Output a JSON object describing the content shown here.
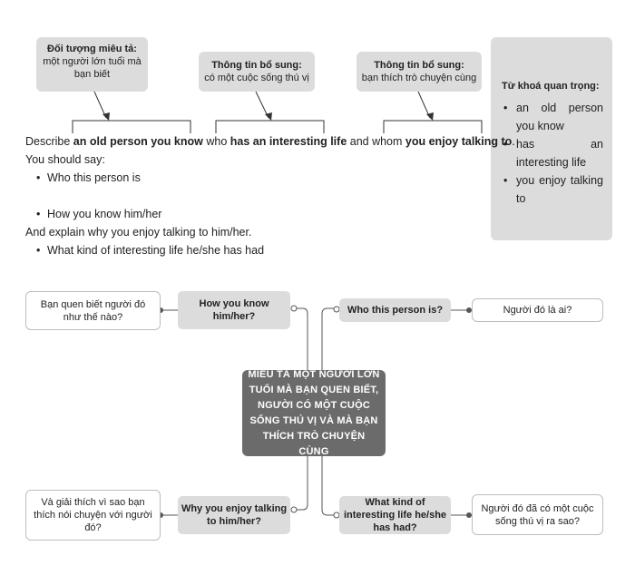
{
  "notes": [
    {
      "title": "Đối tượng miêu tả:",
      "text": "một người lớn tuổi mà bạn biết"
    },
    {
      "title": "Thông tin bổ sung:",
      "text": "có một cuộc sống thú vị"
    },
    {
      "title": "Thông tin bổ sung:",
      "text": "bạn thích trò chuyện cùng"
    }
  ],
  "keywords": {
    "title": "Từ khoá quan trọng:",
    "items": [
      "an old person you know",
      "has an interesting life",
      "you enjoy talking to"
    ]
  },
  "prompt": {
    "p1": "Describe ",
    "b1": "an old person you know",
    "p2": " who ",
    "b2": "has an interesting life",
    "p3": " and whom ",
    "b3": "you enjoy talking to",
    "p4": ".",
    "should_say": "You should say:",
    "bullets": [
      "Who this person is",
      "How you know him/her",
      "What kind of interesting life he/she has had"
    ],
    "explain": "And explain why you enjoy talking to him/her."
  },
  "mindmap": {
    "center": "MIÊU TẢ MỘT NGƯỜI LỚN TUỔI MÀ BẠN QUEN BIẾT, NGƯỜI CÓ MỘT CUỘC SỐNG THÚ VỊ VÀ MÀ BẠN THÍCH TRÒ CHUYỆN CÙNG",
    "q_how": "How you know him/her?",
    "a_how": "Bạn quen biết người đó như thế nào?",
    "q_who": "Who this person is?",
    "a_who": "Người đó là ai?",
    "q_why": "Why you enjoy talking to him/her?",
    "a_why": "Và giải thích vì sao bạn thích nói chuyện với người đó?",
    "q_what": "What kind of interesting life he/she has had?",
    "a_what": "Người đó đã có một cuộc sống thú vị ra sao?"
  }
}
